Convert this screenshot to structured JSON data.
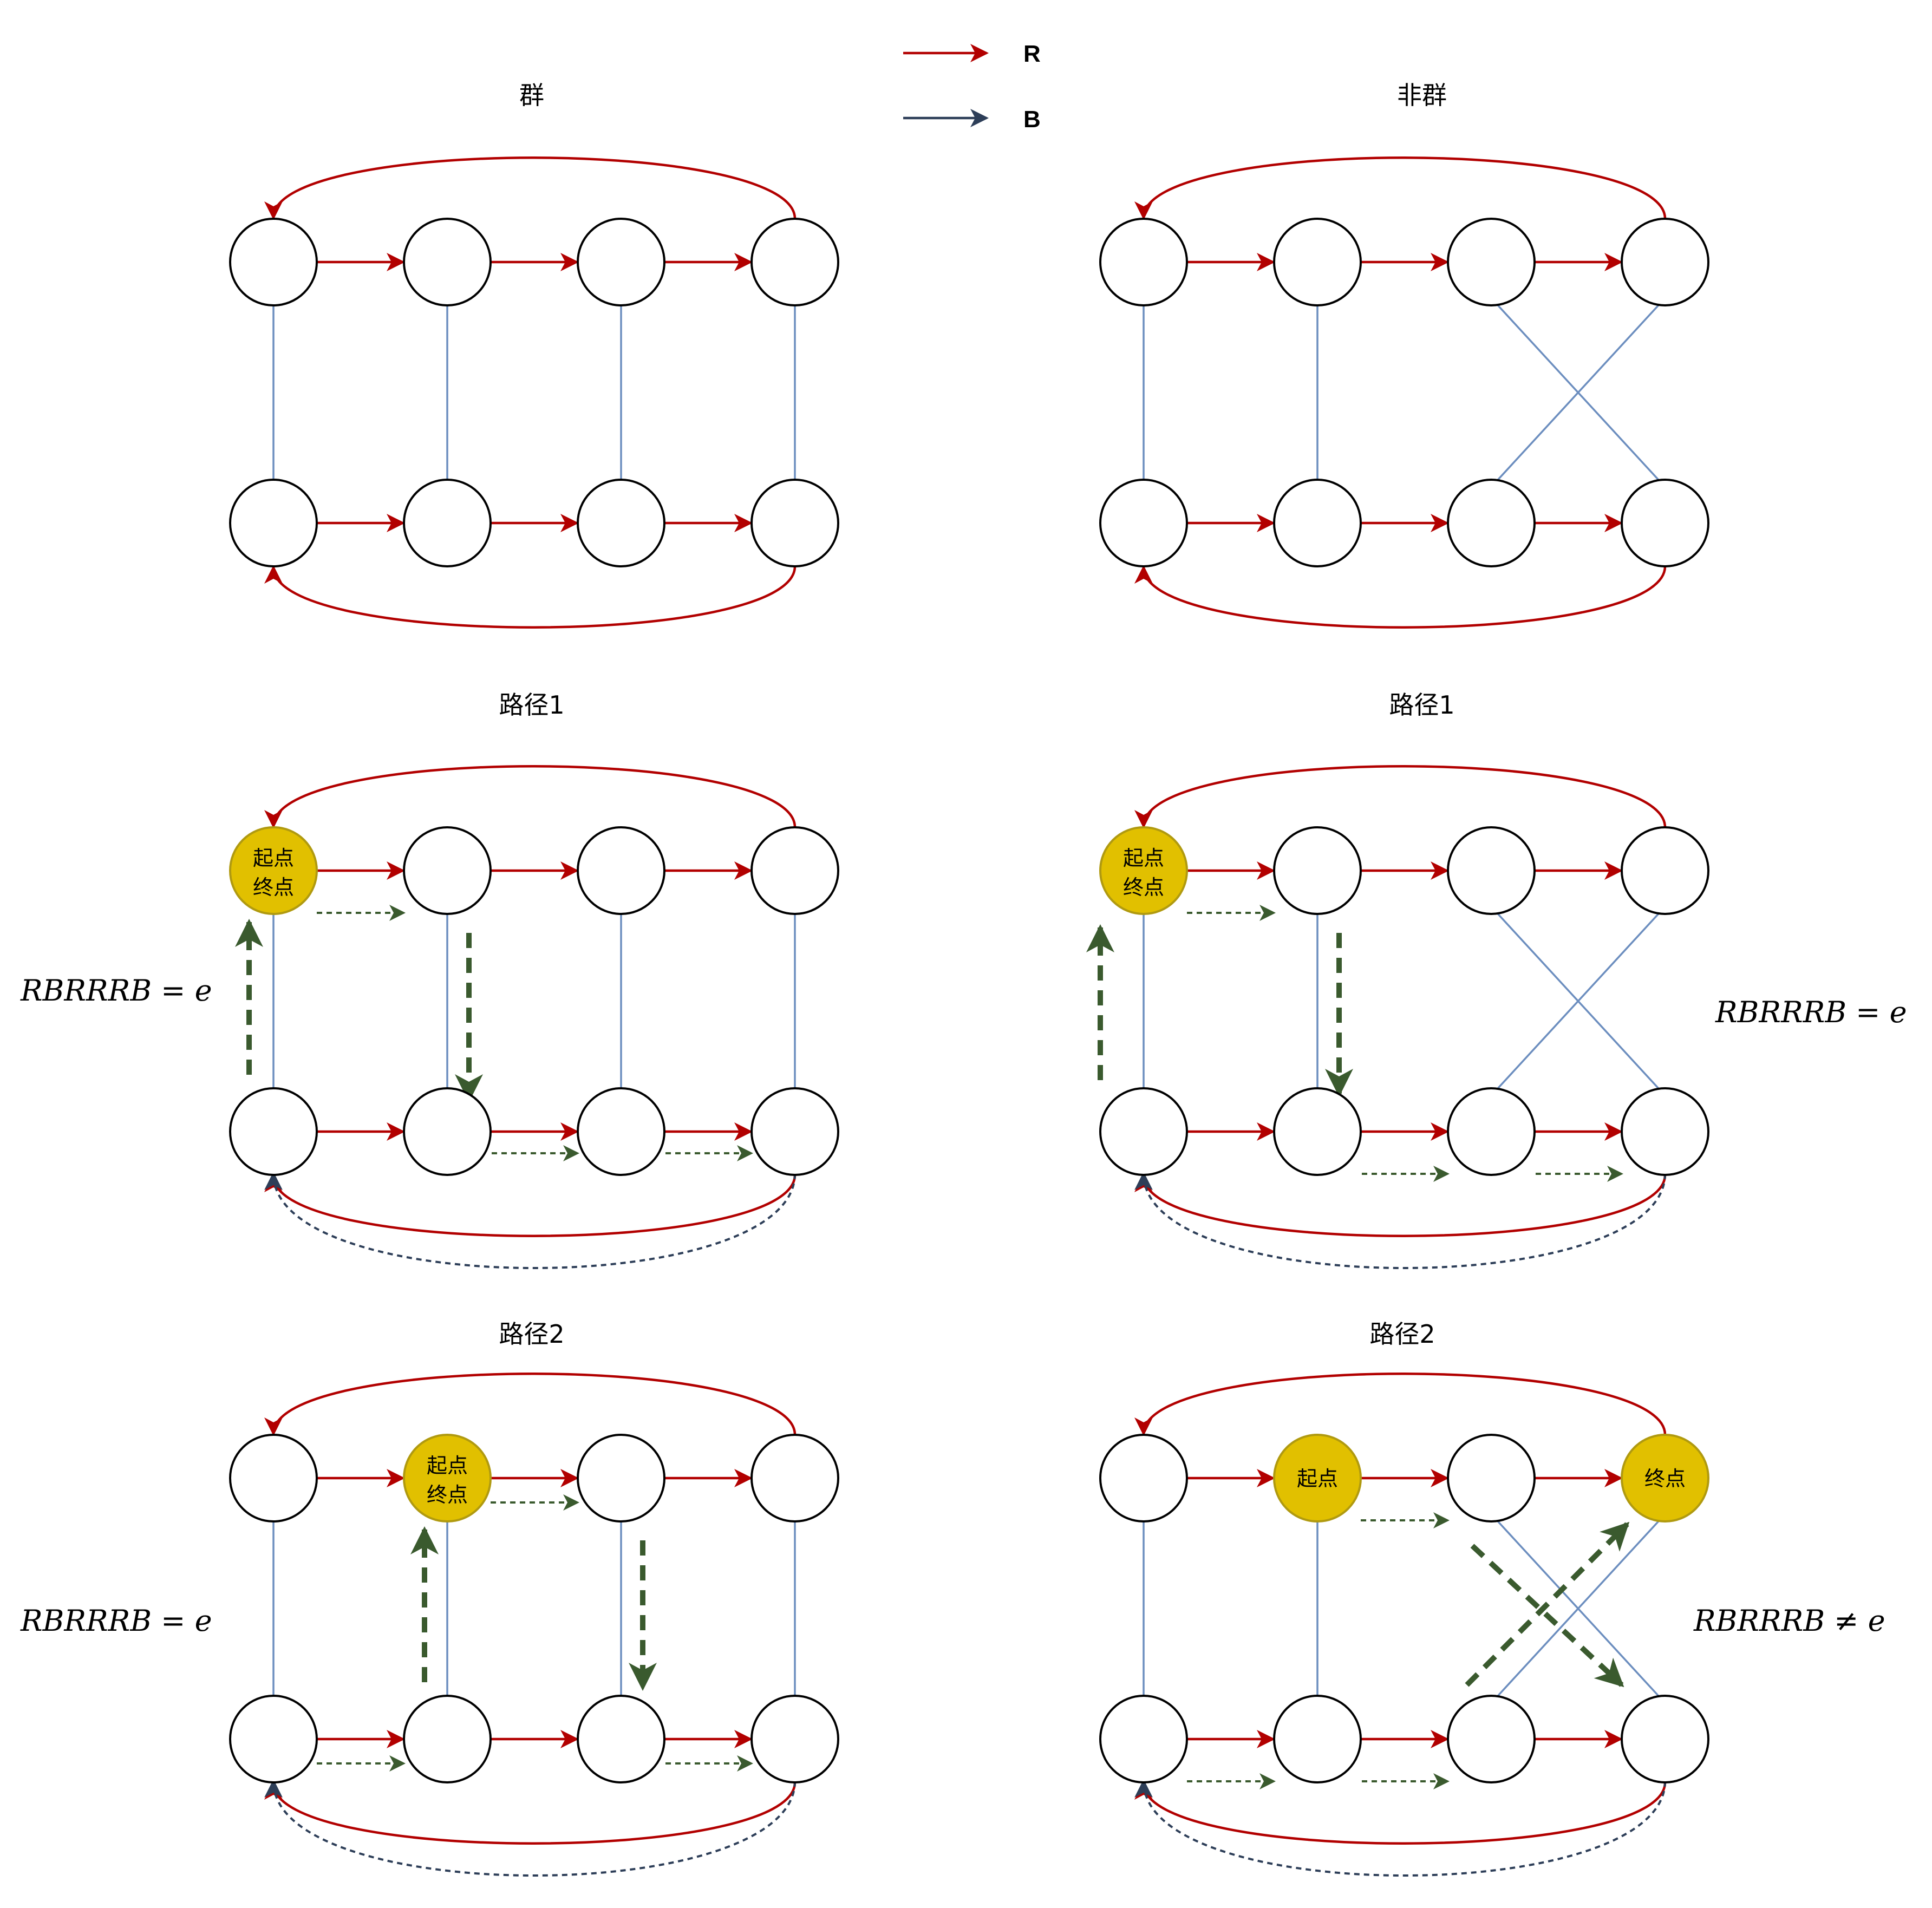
{
  "legend": {
    "r_label": "R",
    "b_label": "B"
  },
  "colors": {
    "R": "#b20000",
    "B": "#2d3e58",
    "blue_edge": "#6c8ebf",
    "path": "#3a5a2e",
    "highlight": "#e1c000"
  },
  "panels": {
    "group": {
      "title": "群"
    },
    "nongroup": {
      "title": "非群"
    },
    "group_p1": {
      "title": "路径1",
      "formula": "RBRRRB = e",
      "node_text": [
        "起点",
        "终点"
      ]
    },
    "nongroup_p1": {
      "title": "路径1",
      "formula": "RBRRRB = e",
      "node_text": [
        "起点",
        "终点"
      ]
    },
    "group_p2": {
      "title": "路径2",
      "formula": "RBRRRB = e",
      "node_text": [
        "起点",
        "终点"
      ]
    },
    "nongroup_p2": {
      "title": "路径2",
      "formula": "RBRRRB ≠ e",
      "start": "起点",
      "end": "终点"
    }
  }
}
